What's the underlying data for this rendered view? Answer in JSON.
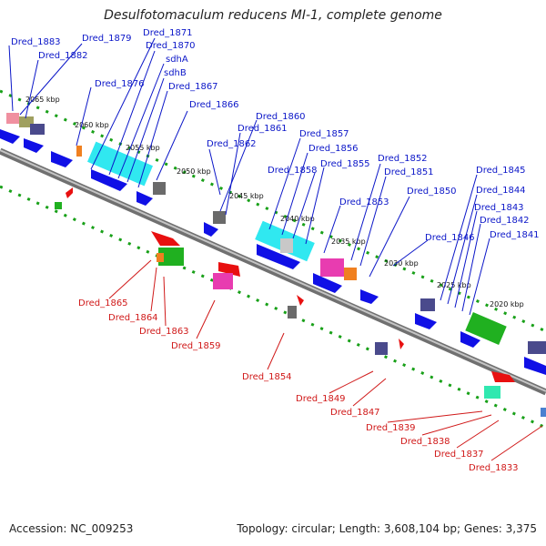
{
  "title": "Desulfotomaculum reducens MI-1, complete genome",
  "footer": {
    "accession": "Accession: NC_009253",
    "topology": "Topology: circular; Length: 3,608,104 bp; Genes: 3,375"
  },
  "scale": {
    "ticks": [
      "2065 kbp",
      "2060 kbp",
      "2055 kbp",
      "2050 kbp",
      "2045 kbp",
      "2040 kbp",
      "2035 kbp",
      "2030 kbp",
      "2025 kbp",
      "2020 kbp"
    ]
  },
  "labels": {
    "plus": [
      "Dred_1883",
      "Dred_1879",
      "Dred_1882",
      "Dred_1871",
      "Dred_1870",
      "sdhA",
      "Dred_1876",
      "sdhB",
      "Dred_1867",
      "Dred_1866",
      "Dred_1860",
      "Dred_1861",
      "Dred_1862",
      "Dred_1857",
      "Dred_1856",
      "Dred_1858",
      "Dred_1855",
      "Dred_1852",
      "Dred_1851",
      "Dred_1850",
      "Dred_1853",
      "Dred_1846",
      "Dred_1845",
      "Dred_1844",
      "Dred_1843",
      "Dred_1842",
      "Dred_1841"
    ],
    "minus": [
      "Dred_1865",
      "Dred_1864",
      "Dred_1863",
      "Dred_1859",
      "Dred_1854",
      "Dred_1849",
      "Dred_1847",
      "Dred_1839",
      "Dred_1838",
      "Dred_1837",
      "Dred_1833"
    ]
  },
  "colors": {
    "plus_label": "#0b16c8",
    "minus_label": "#d01818",
    "backbone": "#8c8c8c",
    "gene_blue": "#1010e6",
    "gene_red": "#e81010",
    "gene_cyan": "#30e8f0",
    "gene_magenta": "#e83cb0",
    "gene_green": "#20b020",
    "gene_orange": "#f08020",
    "gene_gray": "#6a6a6a",
    "gene_navy": "#4a4a8c",
    "tick_green": "#18a018"
  }
}
